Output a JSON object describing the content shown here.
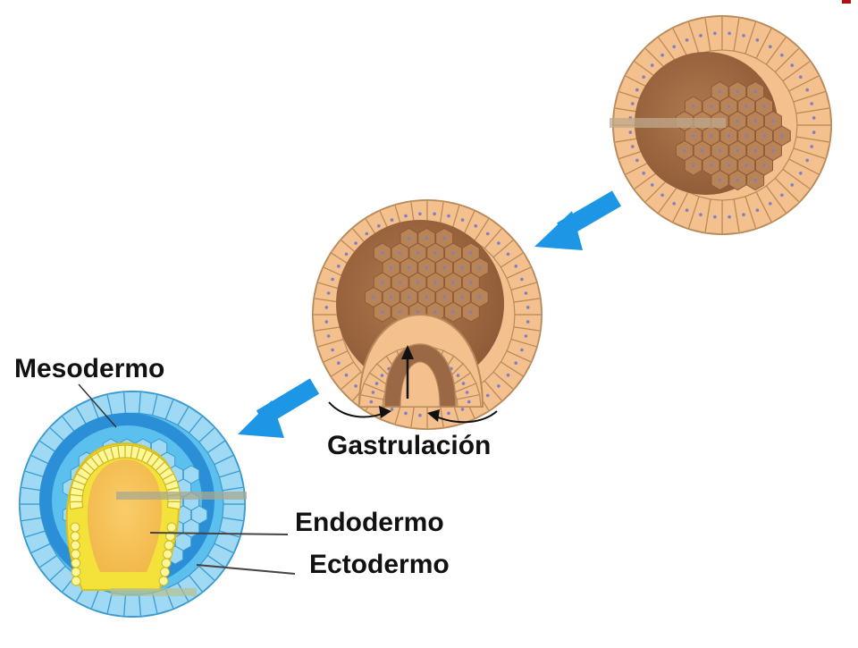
{
  "labels": {
    "mesodermo": "Mesodermo",
    "gastrulacion": "Gastrulación",
    "endodermo": "Endodermo",
    "ectodermo": "Ectodermo"
  },
  "colors": {
    "cell_fill": "#f3c08e",
    "cell_stroke": "#b98a5a",
    "cavity": "#a06b43",
    "cavity_cell": "#b98358",
    "nucleus": "#7a80c8",
    "ectoderm": "#5cc0ee",
    "ectoderm_cell": "#9fd9f3",
    "mesoderm": "#2a8fd6",
    "endoderm": "#f2e23a",
    "endoderm_cell": "#fff79a",
    "archenteron": "#f7c257",
    "arrow": "#1e96e6",
    "text": "#111111"
  }
}
